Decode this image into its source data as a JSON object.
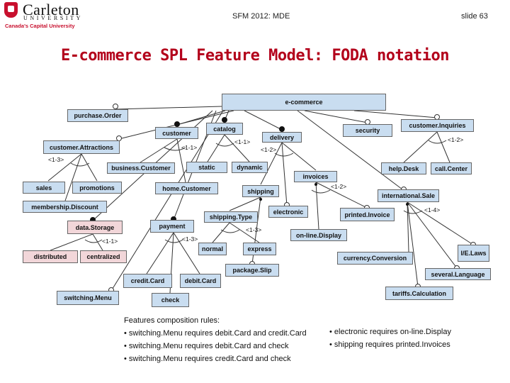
{
  "header": {
    "logo_name": "Carleton",
    "logo_university": "UNIVERSITY",
    "logo_tagline": "Canada's Capital University",
    "course": "SFM 2012: MDE",
    "slide": "slide 63"
  },
  "title": "E-commerce SPL Feature Model: FODA notation",
  "features": {
    "ecommerce": "e-commerce",
    "purchaseOrder": "purchase.Order",
    "customer": "customer",
    "catalog": "catalog",
    "delivery": "delivery",
    "security": "security",
    "customerInquiries": "customer.Inquiries",
    "customerAttractions": "customer.Attractions",
    "businessCustomer": "business.Customer",
    "static": "static",
    "dynamic": "dynamic",
    "invoices": "invoices",
    "helpDesk": "help.Desk",
    "callCenter": "call.Center",
    "sales": "sales",
    "promotions": "promotions",
    "homeCustomer": "home.Customer",
    "shipping": "shipping",
    "internationalSale": "international.Sale",
    "membershipDiscount": "membership.Discount",
    "shippingType": "shipping.Type",
    "electronic": "electronic",
    "printedInvoice": "printed.Invoice",
    "dataStorage": "data.Storage",
    "payment": "payment",
    "onlineDisplay": "on-line.Display",
    "distributed": "distributed",
    "centralized": "centralized",
    "normal": "normal",
    "express": "express",
    "currencyConversion": "currency.Conversion",
    "ieLaws": "I/E.Laws",
    "packageSlip": "package.Slip",
    "creditCard": "credit.Card",
    "debitCard": "debit.Card",
    "severalLanguage": "several.Language",
    "switchingMenu": "switching.Menu",
    "check": "check",
    "tariffsCalculation": "tariffs.Calculation"
  },
  "cardinalities": {
    "customer": "<1-1>",
    "catalog": "<1-1>",
    "delivery": "<1-2>",
    "customerInquiries": "<1-2>",
    "customerAttractions": "<1-3>",
    "invoices": "<1-2>",
    "internationalSale": "<1-4>",
    "shippingType": "<1-3>",
    "dataStorage": "<1-1>",
    "payment": "<1-3>"
  },
  "rules": {
    "heading": "Features composition rules:",
    "left": [
      "• switching.Menu requires debit.Card and credit.Card",
      "• switching.Menu requires debit.Card and check",
      "• switching.Menu requires credit.Card and check"
    ],
    "right": [
      "• electronic requires on-line.Display",
      "• shipping requires printed.Invoices"
    ]
  },
  "colors": {
    "box_fill": "#c9ddf0",
    "storage_fill": "#f2d6d9",
    "title_color": "#b3001b",
    "brand_red": "#c8102e"
  }
}
